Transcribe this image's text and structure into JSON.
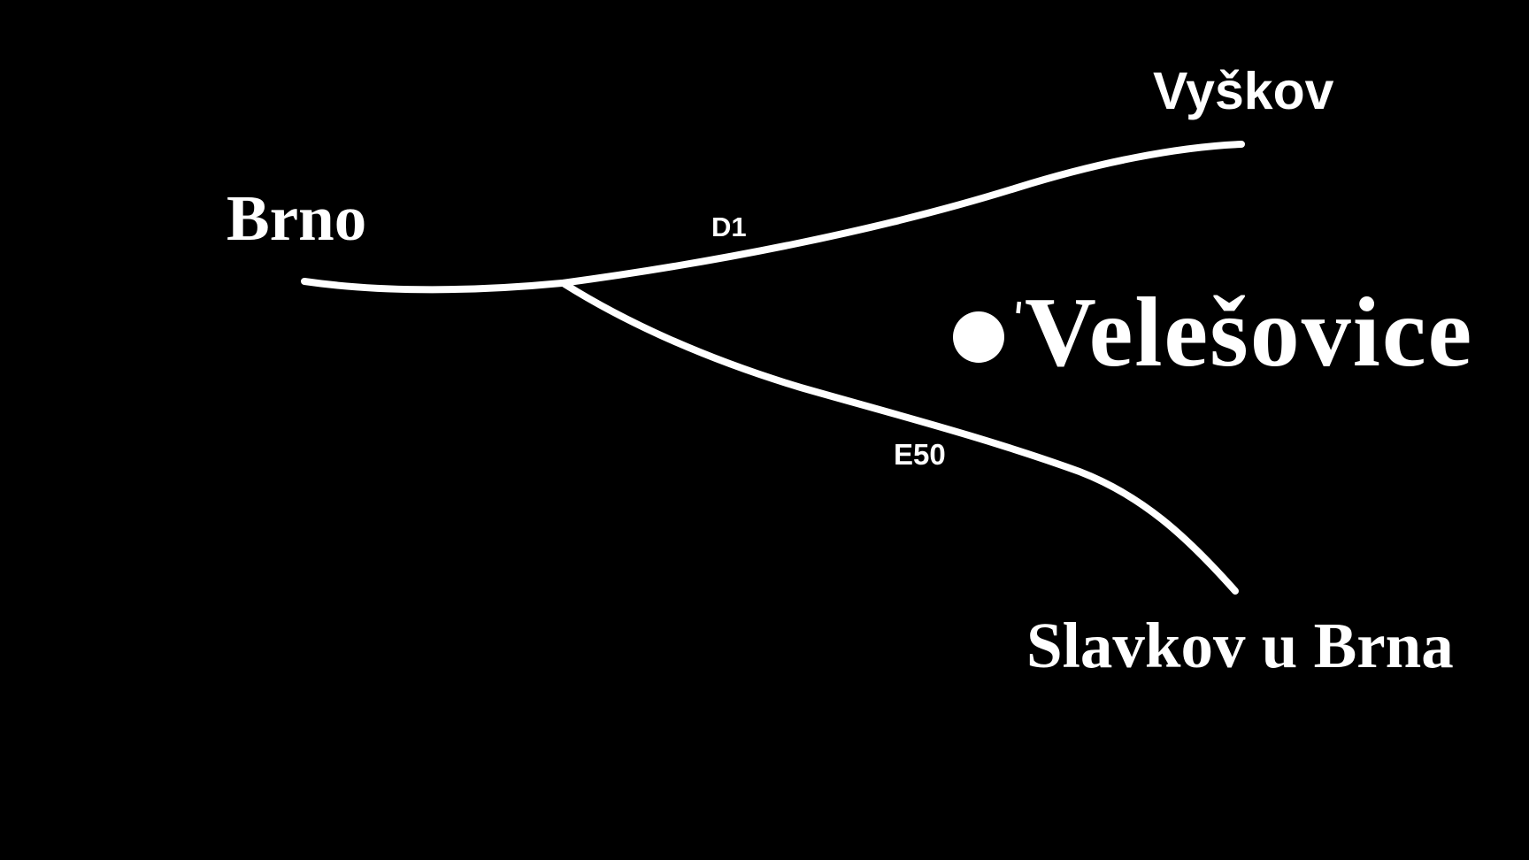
{
  "map": {
    "background_color": "#000000",
    "line_color": "#ffffff",
    "cities": [
      {
        "id": "brno",
        "label": "Brno"
      },
      {
        "id": "vyskov",
        "label": "Vyškov"
      },
      {
        "id": "velesovice",
        "label": "Velešovice",
        "marker": "dot"
      },
      {
        "id": "slavkov-u-brna",
        "label": "Slavkov u Brna"
      }
    ],
    "roads": [
      {
        "id": "d1",
        "label": "D1"
      },
      {
        "id": "e50",
        "label": "E50"
      }
    ]
  }
}
